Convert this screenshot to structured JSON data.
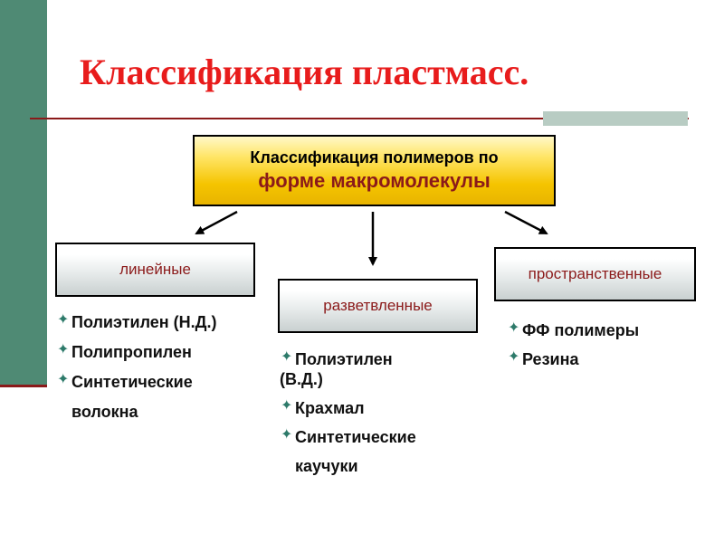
{
  "slide": {
    "title": "Классификация пластмасс."
  },
  "root": {
    "line1": "Классификация полимеров по",
    "line2": "форме макромолекулы"
  },
  "categories": {
    "linear": {
      "label": "линейные",
      "items": [
        "Полиэтилен (Н.Д.)",
        "Полипропилен",
        "Синтетические"
      ],
      "item_continuation": "волокна"
    },
    "branched": {
      "label": "разветвленные",
      "item1_line1": "Полиэтилен",
      "item1_line2": "(В.Д.)",
      "item2": "Крахмал",
      "item3": "Синтетические",
      "item3_continuation": "каучуки"
    },
    "spatial": {
      "label": "пространственные",
      "items": [
        "ФФ полимеры",
        "Резина"
      ]
    }
  },
  "colors": {
    "title": "#e81c1c",
    "accent_bar": "#4f8a74",
    "category_text": "#8b1a1a",
    "root_box": "#f5c400"
  },
  "icons": {
    "bullet": "four-point-star-icon"
  }
}
